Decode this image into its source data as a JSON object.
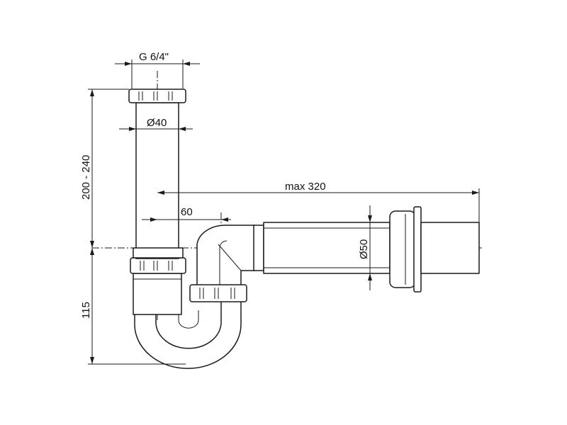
{
  "drawing": {
    "line_color": "#1a1a1a",
    "background": "#ffffff",
    "dimensions": {
      "thread": "G 6/4\"",
      "inlet_diameter": "Ø40",
      "height_range": "200 - 240",
      "outlet_length": "max 320",
      "offset": "60",
      "outlet_diameter": "Ø50",
      "trap_depth": "115"
    }
  }
}
